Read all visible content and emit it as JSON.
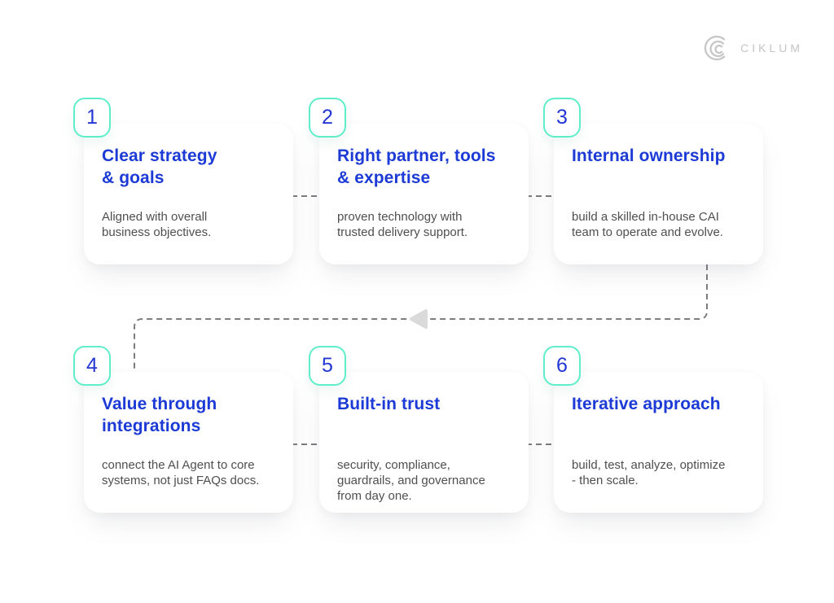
{
  "logo": {
    "brand": "CIKLUM",
    "icon": "ciklum-arcs-icon"
  },
  "colors": {
    "page_background": "#ffffff",
    "title_blue": "#1c3ad6",
    "number_blue": "#2337d4",
    "body_gray": "#4f4f4f",
    "badge_border_mint": "#5feeca",
    "connector_gray": "#7d7d7d",
    "arrow_gray": "#dadada",
    "logo_gray": "#c4c4c6"
  },
  "flow": {
    "direction_note": "steps 1-2-3 left to right, then wrap via left-pointing arrow to steps 4-5-6"
  },
  "cards": [
    {
      "number": "1",
      "title": "Clear strategy\n& goals",
      "body": "Aligned with overall\nbusiness objectives."
    },
    {
      "number": "2",
      "title": "Right partner, tools\n& expertise",
      "body": "proven technology with\ntrusted delivery support."
    },
    {
      "number": "3",
      "title": "Internal ownership",
      "body": "build a skilled in-house CAI\nteam to operate and evolve."
    },
    {
      "number": "4",
      "title": "Value through\nintegrations",
      "body": "connect the AI Agent to core\nsystems, not just FAQs docs."
    },
    {
      "number": "5",
      "title": "Built-in trust",
      "body": "security, compliance,\nguardrails, and governance\nfrom day one."
    },
    {
      "number": "6",
      "title": "Iterative approach",
      "body": "build, test, analyze, optimize\n- then scale."
    }
  ]
}
